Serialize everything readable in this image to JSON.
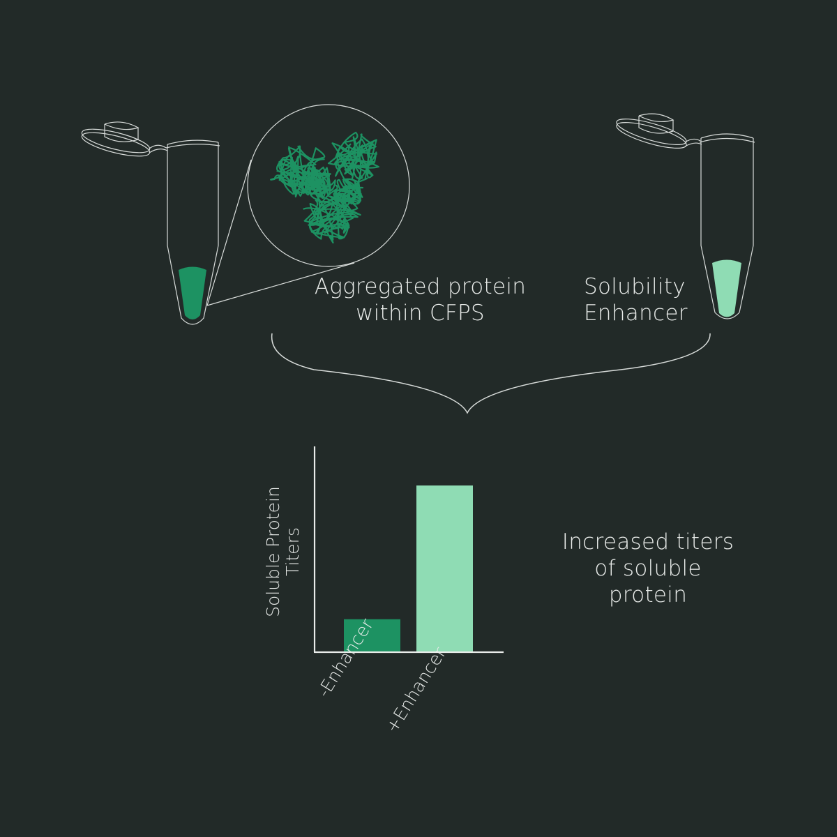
{
  "labels": {
    "aggregated": [
      "Aggregated protein",
      "within CFPS"
    ],
    "enhancer": [
      "Solubility",
      "Enhancer"
    ],
    "result": [
      "Increased titers",
      "of soluble",
      "protein"
    ]
  },
  "chart_data": {
    "type": "bar",
    "categories": [
      "-Enhancer",
      "+Enhancer"
    ],
    "values": [
      16,
      81
    ],
    "ylabel": "Soluble Protein Titers",
    "ylabel_lines": [
      "Soluble Protein",
      "Titers"
    ],
    "ylim": [
      0,
      100
    ],
    "grid": false,
    "colors": [
      "#1d9262",
      "#8fdcb4"
    ]
  },
  "colors": {
    "background": "#222a28",
    "outline": "#d8dcda",
    "dark_green": "#1d9262",
    "light_green": "#8fdcb4",
    "text": "#e9ecea"
  }
}
